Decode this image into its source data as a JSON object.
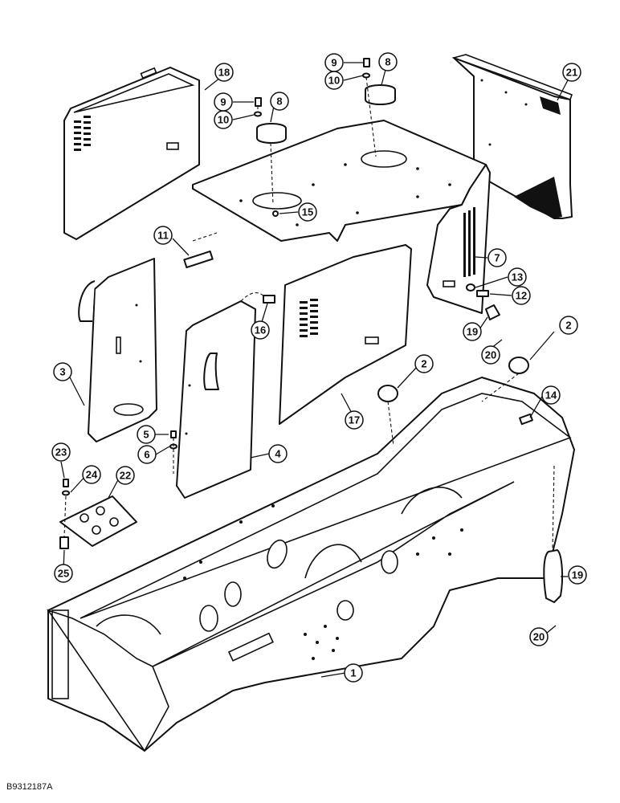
{
  "figure_id": "B9312187A",
  "callouts": [
    {
      "label": "1"
    },
    {
      "label": "2"
    },
    {
      "label": "2"
    },
    {
      "label": "3"
    },
    {
      "label": "4"
    },
    {
      "label": "5"
    },
    {
      "label": "6"
    },
    {
      "label": "7"
    },
    {
      "label": "8"
    },
    {
      "label": "8"
    },
    {
      "label": "9"
    },
    {
      "label": "9"
    },
    {
      "label": "10"
    },
    {
      "label": "10"
    },
    {
      "label": "11"
    },
    {
      "label": "12"
    },
    {
      "label": "13"
    },
    {
      "label": "14"
    },
    {
      "label": "15"
    },
    {
      "label": "16"
    },
    {
      "label": "17"
    },
    {
      "label": "18"
    },
    {
      "label": "19"
    },
    {
      "label": "19"
    },
    {
      "label": "20"
    },
    {
      "label": "20"
    },
    {
      "label": "21"
    },
    {
      "label": "22"
    },
    {
      "label": "23"
    },
    {
      "label": "24"
    },
    {
      "label": "25"
    }
  ]
}
